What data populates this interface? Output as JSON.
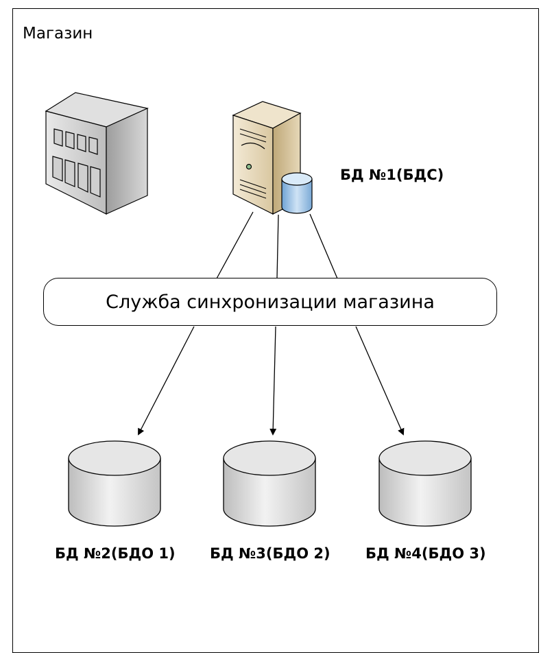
{
  "store": {
    "title": "Магазин"
  },
  "server": {
    "db_label": "БД №1(БДС)"
  },
  "sync_service": {
    "label": "Служба синхронизации магазина"
  },
  "databases": [
    {
      "label": "БД №2(БДО 1)"
    },
    {
      "label": "БД №3(БДО 2)"
    },
    {
      "label": "БД №4(БДО 3)"
    }
  ],
  "colors": {
    "stroke": "#000000",
    "server_beige": "#e8d9b8",
    "db_blue": "#9cc3e6",
    "building_gray": "#c8c8c8"
  },
  "icons": [
    "building-icon",
    "server-icon",
    "database-icon"
  ]
}
